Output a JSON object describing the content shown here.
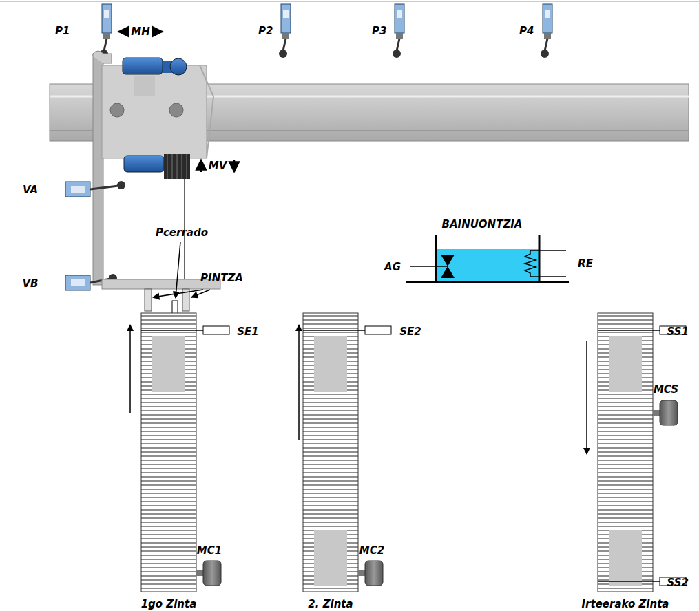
{
  "diagram": {
    "labels": [
      "P1",
      "P2",
      "P3",
      "P4",
      "MH",
      "MV",
      "VA",
      "VB",
      "Pcerrado",
      "PINTZA",
      "BAINUONTZIA",
      "AG",
      "RE",
      "SE1",
      "SE2",
      "SS1",
      "SS2",
      "MC1",
      "MC2",
      "MCS",
      "1go Zinta",
      "2. Zinta",
      "Irteerako Zinta"
    ]
  }
}
